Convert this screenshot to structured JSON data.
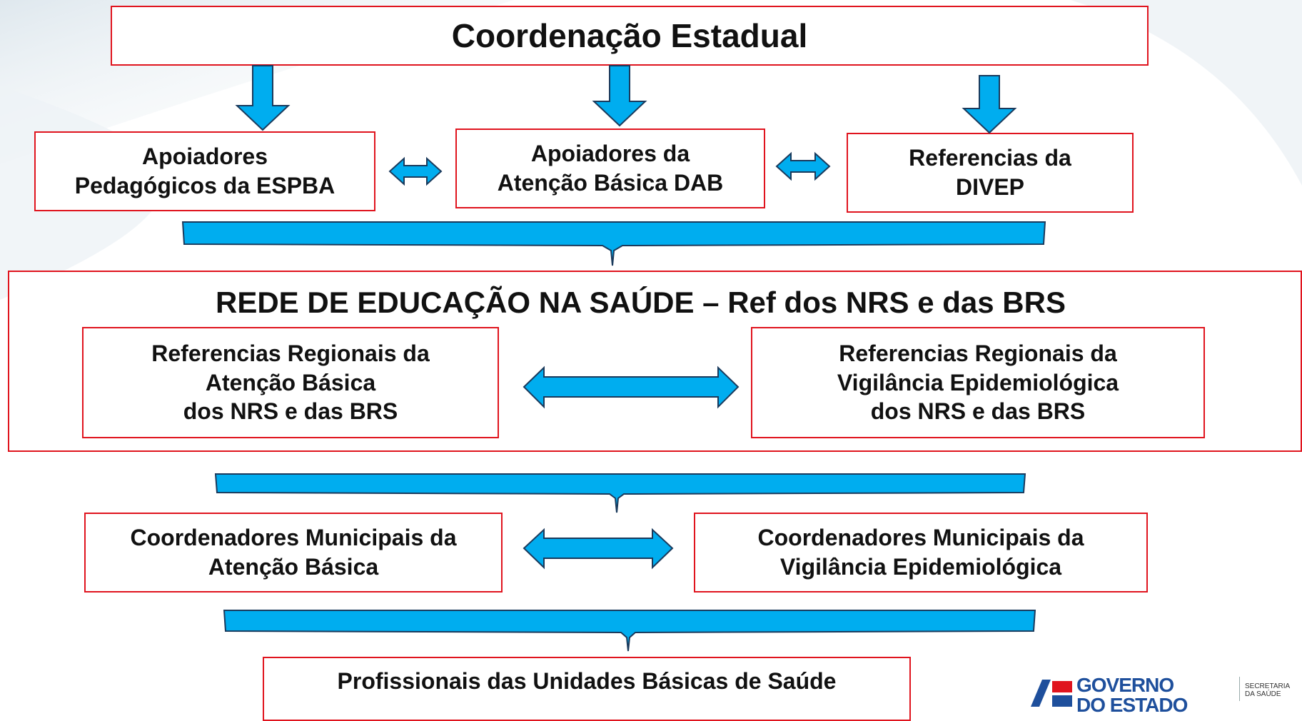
{
  "diagram": {
    "top": "Coordenação Estadual",
    "row1": {
      "left": "Apoiadores\nPedagógicos da ESPBA",
      "center": "Apoiadores da\nAtenção Básica DAB",
      "right": "Referencias da\nDIVEP"
    },
    "rede": {
      "title": "REDE DE EDUCAÇÃO NA SAÚDE – Ref dos NRS e das BRS",
      "left": "Referencias Regionais da\nAtenção Básica\ndos NRS e das BRS",
      "right": "Referencias Regionais da\nVigilância Epidemiológica\ndos NRS e das BRS"
    },
    "municipal": {
      "left": "Coordenadores Municipais da\nAtenção Básica",
      "right": "Coordenadores Municipais da\nVigilância Epidemiológica"
    },
    "bottom": "Profissionais das Unidades Básicas de Saúde"
  },
  "logo": {
    "line1": "GOVERNO",
    "line2": "DO ESTADO",
    "secretaria": "SECRETARIA\nDA SAÚDE"
  },
  "colors": {
    "border": "#e0141e",
    "arrow_fill": "#00adef",
    "arrow_stroke": "#1a3a5c",
    "logo_blue": "#1e4f9c",
    "logo_red": "#e0141e"
  }
}
